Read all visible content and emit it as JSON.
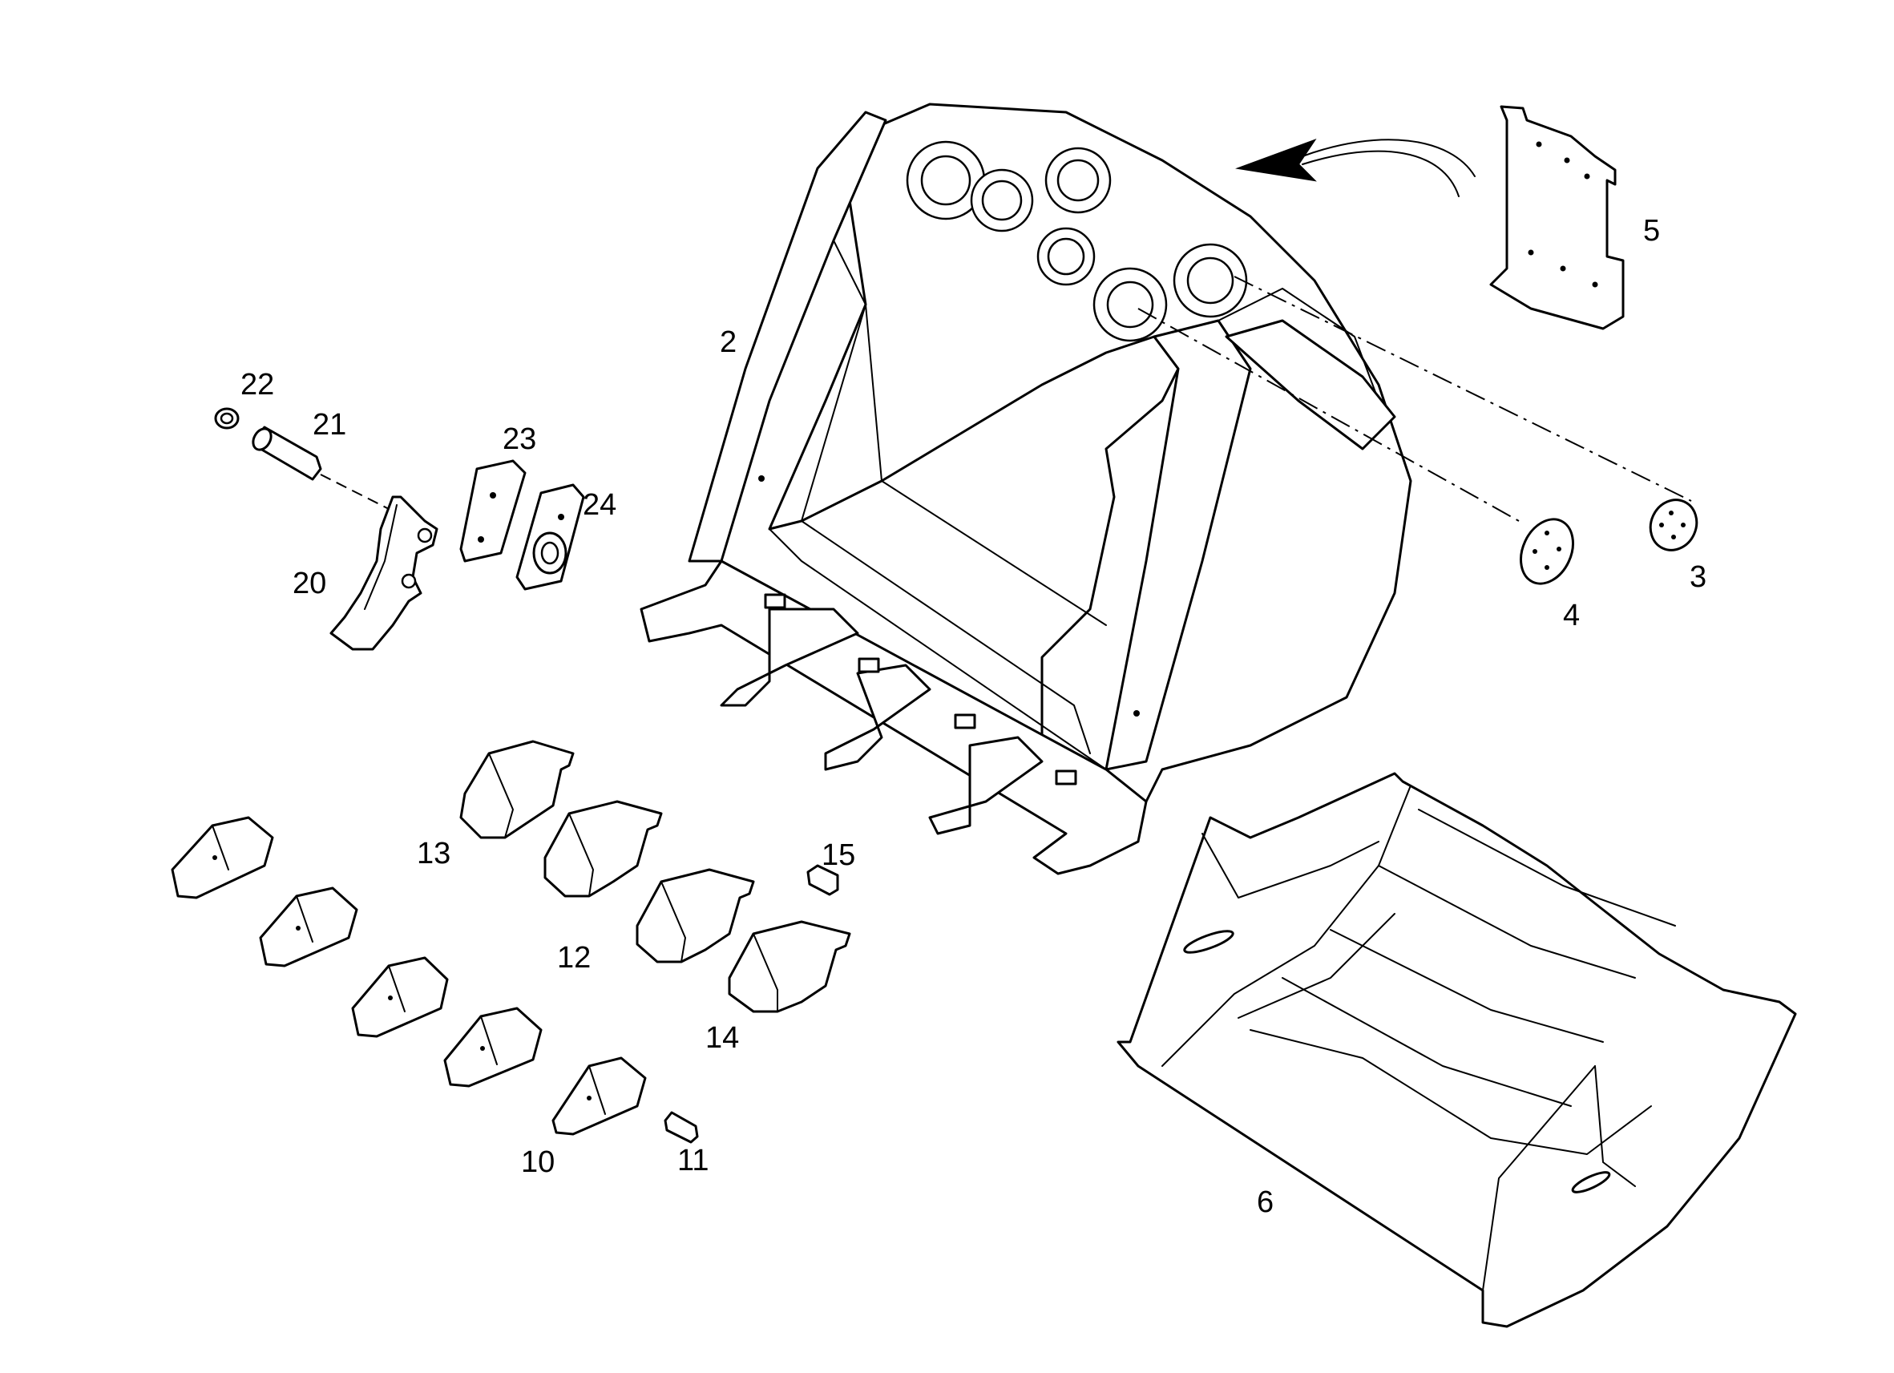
{
  "diagram": {
    "callouts": {
      "c2": "2",
      "c3": "3",
      "c4": "4",
      "c5": "5",
      "c6": "6",
      "c10": "10",
      "c11": "11",
      "c12": "12",
      "c13": "13",
      "c14": "14",
      "c15": "15",
      "c20": "20",
      "c21": "21",
      "c22": "22",
      "c23": "23",
      "c24": "24"
    }
  }
}
